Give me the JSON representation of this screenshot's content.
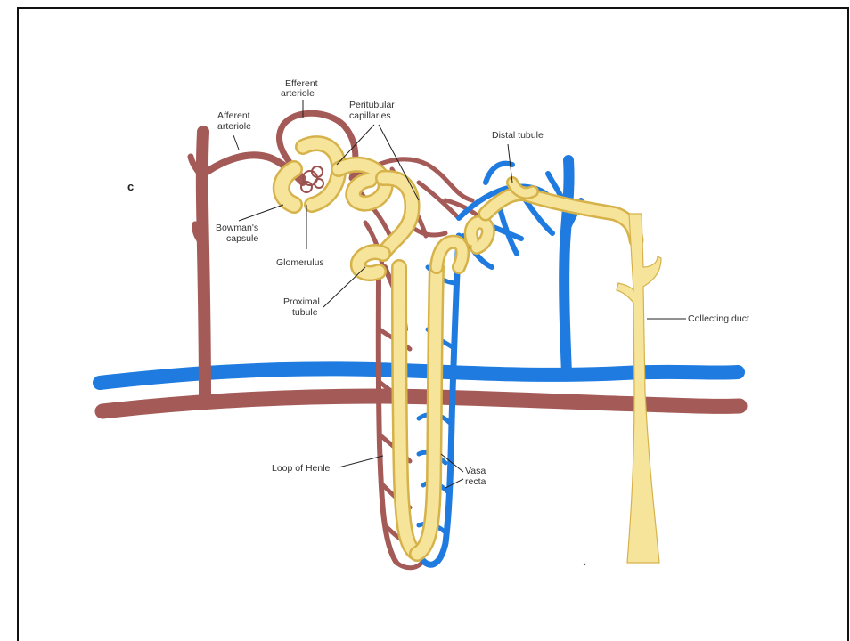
{
  "diagram": {
    "panel_letter": "c",
    "labels": {
      "efferent": "Efferent",
      "efferent2": "arteriole",
      "afferent": "Afferent",
      "afferent2": "arteriole",
      "peritubular": "Peritubular",
      "peritubular2": "capillaries",
      "distal": "Distal tubule",
      "bowman": "Bowman's",
      "bowman2": "capsule",
      "glomerulus": "Glomerulus",
      "proximal": "Proximal",
      "proximal2": "tubule",
      "collecting": "Collecting duct",
      "loop": "Loop of Henle",
      "vasa": "Vasa",
      "vasa2": "recta"
    },
    "colors": {
      "artery": "#cf8d88",
      "vein": "#2a86e6",
      "tubule": "#f6e49a"
    }
  }
}
